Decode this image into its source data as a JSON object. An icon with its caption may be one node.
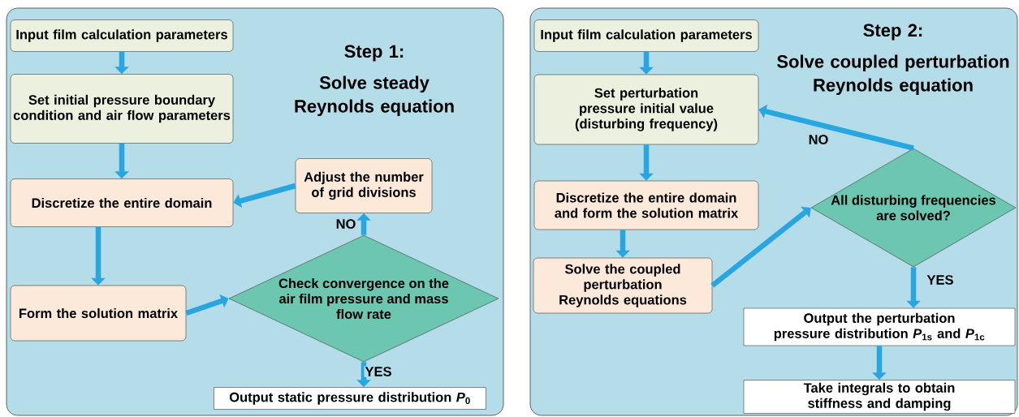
{
  "diagram": {
    "nodes": [
      {
        "text": [
          "Step 1:",
          "Solve steady Reynolds equation"
        ]
      },
      {
        "text": [
          "Input film calculation parameters"
        ],
        "in": 0
      },
      {
        "text": [
          "Set initial pressure boundary condition and air flow parameters"
        ],
        "in": 0
      },
      {
        "text": [
          "Discretize the entire domain"
        ],
        "in": 0
      },
      {
        "text": [
          "Adjust the number of grid divisions"
        ],
        "in": 0
      },
      {
        "text": [
          "Form the solution matrix"
        ],
        "in": 0
      },
      {
        "text": [
          "Check convergence on the air film pressure and mass flow rate"
        ],
        "in": 0
      },
      {
        "text": [
          "Output static pressure distribution *P*$_{0}$"
        ],
        "in": 0
      },
      {
        "text": [
          "Step 2:",
          "Solve coupled perturbation Reynolds equation"
        ]
      },
      {
        "text": [
          "Input film calculation parameters"
        ],
        "in": 8
      },
      {
        "text": [
          "Set perturbation pressure initial value (disturbing frequency)"
        ],
        "in": 8
      },
      {
        "text": [
          "Discretize the entire domain and form the solution matrix"
        ],
        "in": 8
      },
      {
        "text": [
          "Solve the coupled perturbation Reynolds equations"
        ],
        "in": 8
      },
      {
        "text": [
          "All disturbing frequencies are solved?"
        ],
        "in": 8
      },
      {
        "text": [
          "Output the perturbation pressure distribution *P*$_{1s}$ and *P*$_{1c}$"
        ],
        "in": 8
      },
      {
        "text": [
          "Take integrals to obtain stiffness and damping"
        ],
        "in": 8
      }
    ],
    "edges": [
      {
        "from": 1,
        "to": 2,
        "arrow": "to"
      },
      {
        "from": 2,
        "to": 3,
        "arrow": "to"
      },
      {
        "from": 3,
        "to": 5,
        "arrow": "to"
      },
      {
        "from": 5,
        "to": 6,
        "arrow": "to"
      },
      {
        "from": 6,
        "to": 4,
        "arrow": "to",
        "label": "NO"
      },
      {
        "from": 4,
        "to": 3,
        "arrow": "to"
      },
      {
        "from": 6,
        "to": 7,
        "arrow": "to",
        "label": "YES"
      },
      {
        "from": 9,
        "to": 10,
        "arrow": "to"
      },
      {
        "from": 10,
        "to": 11,
        "arrow": "to"
      },
      {
        "from": 11,
        "to": 12,
        "arrow": "to"
      },
      {
        "from": 12,
        "to": 13,
        "arrow": "to"
      },
      {
        "from": 13,
        "to": 10,
        "arrow": "to",
        "label": "NO"
      },
      {
        "from": 13,
        "to": 14,
        "arrow": "to",
        "label": "YES"
      },
      {
        "from": 14,
        "to": 15,
        "arrow": "to"
      }
    ]
  }
}
